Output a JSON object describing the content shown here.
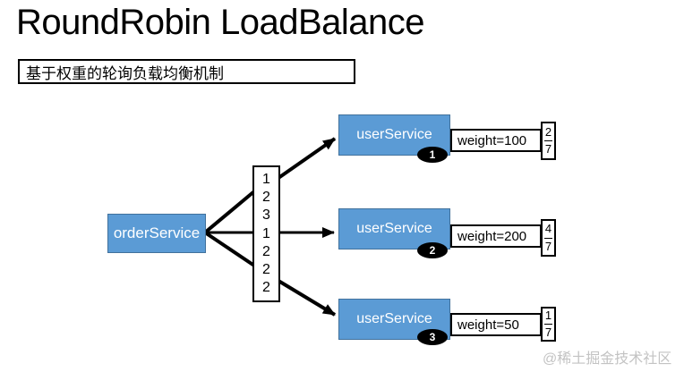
{
  "page": {
    "title": "RoundRobin LoadBalance",
    "subtitle": "基于权重的轮询负载均衡机制",
    "watermark": "@稀土掘金技术社区"
  },
  "diagram": {
    "type": "weighted-round-robin-flow",
    "source_node": "orderService",
    "sequence_column": [
      "1",
      "2",
      "3",
      "1",
      "2",
      "2",
      "2"
    ],
    "targets": [
      {
        "label": "userService",
        "badge": "1",
        "weight_label": "weight=100",
        "fraction": {
          "numerator": "2",
          "denominator": "7"
        }
      },
      {
        "label": "userService",
        "badge": "2",
        "weight_label": "weight=200",
        "fraction": {
          "numerator": "4",
          "denominator": "7"
        }
      },
      {
        "label": "userService",
        "badge": "3",
        "weight_label": "weight=50",
        "fraction": {
          "numerator": "1",
          "denominator": "7"
        }
      }
    ],
    "colors": {
      "node_fill": "#5B9BD5",
      "node_border": "#41719C",
      "line": "#000000",
      "watermark_gray": "#C3C3C3"
    }
  }
}
